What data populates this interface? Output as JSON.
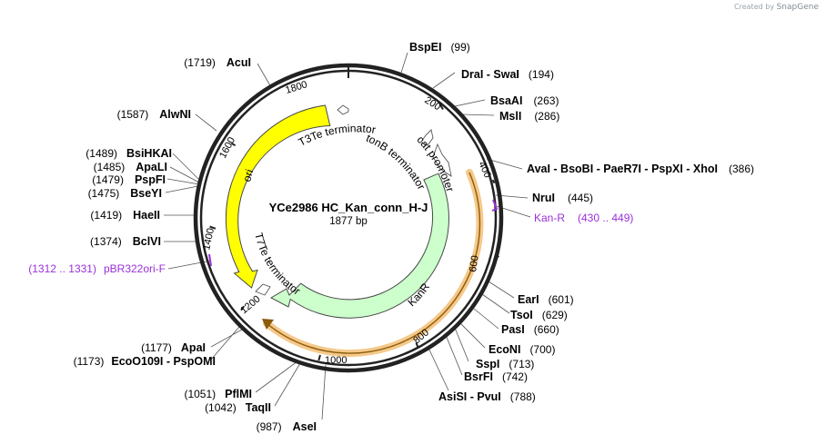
{
  "credit": {
    "prefix": "Created by",
    "brand": "SnapGene"
  },
  "plasmid": {
    "name": "YCe2986 HC_Kan_conn_H-J",
    "length": "1877 bp",
    "total_bp": 1877
  },
  "ticks": [
    "200",
    "400",
    "600",
    "800",
    "1000",
    "1200",
    "1400",
    "1600",
    "1800"
  ],
  "sites": [
    {
      "name": "BspEI",
      "pos": "(99)"
    },
    {
      "name": "DraI  -  SwaI",
      "pos": "(194)"
    },
    {
      "name": "BsaAI",
      "pos": "(263)"
    },
    {
      "name": "MslI",
      "pos": "(286)"
    },
    {
      "name": "AvaI  -  BsoBI  -  PaeR7I  -  PspXI  -  XhoI",
      "pos": "(386)"
    },
    {
      "name": "NruI",
      "pos": "(445)"
    },
    {
      "name": "EarI",
      "pos": "(601)"
    },
    {
      "name": "TsoI",
      "pos": "(629)"
    },
    {
      "name": "PasI",
      "pos": "(660)"
    },
    {
      "name": "EcoNI",
      "pos": "(700)"
    },
    {
      "name": "SspI",
      "pos": "(713)"
    },
    {
      "name": "BsrFI",
      "pos": "(742)"
    },
    {
      "name": "AsiSI  -  PvuI",
      "pos": "(788)"
    },
    {
      "name": "AseI",
      "pos": "(987)"
    },
    {
      "name": "TaqII",
      "pos": "(1042)"
    },
    {
      "name": "PflMI",
      "pos": "(1051)"
    },
    {
      "name": "EcoO109I  -  PspOMI",
      "pos": "(1173)"
    },
    {
      "name": "ApaI",
      "pos": "(1177)"
    },
    {
      "name": "BclVI",
      "pos": "(1374)"
    },
    {
      "name": "HaeII",
      "pos": "(1419)"
    },
    {
      "name": "BseYI",
      "pos": "(1475)"
    },
    {
      "name": "PspFI",
      "pos": "(1479)"
    },
    {
      "name": "ApaLI",
      "pos": "(1485)"
    },
    {
      "name": "BsiHKAI",
      "pos": "(1489)"
    },
    {
      "name": "AlwNI",
      "pos": "(1587)"
    },
    {
      "name": "AcuI",
      "pos": "(1719)"
    }
  ],
  "primers": [
    {
      "name": "Kan-R",
      "range": "(430 .. 449)"
    },
    {
      "name": "pBR322ori-F",
      "range": "(1312 .. 1331)"
    }
  ],
  "features": [
    {
      "label": "T3Te terminator"
    },
    {
      "label": "tonB terminator"
    },
    {
      "label": "cat promoter"
    },
    {
      "label": "KanR"
    },
    {
      "label": "T7Te terminator"
    },
    {
      "label": "ori"
    }
  ],
  "colors": {
    "ori": "#ffff00",
    "kanr": "#ccffcc",
    "orf_highlight": "#f5c98a",
    "primer": "#9b30d9",
    "backbone": "#222222"
  }
}
